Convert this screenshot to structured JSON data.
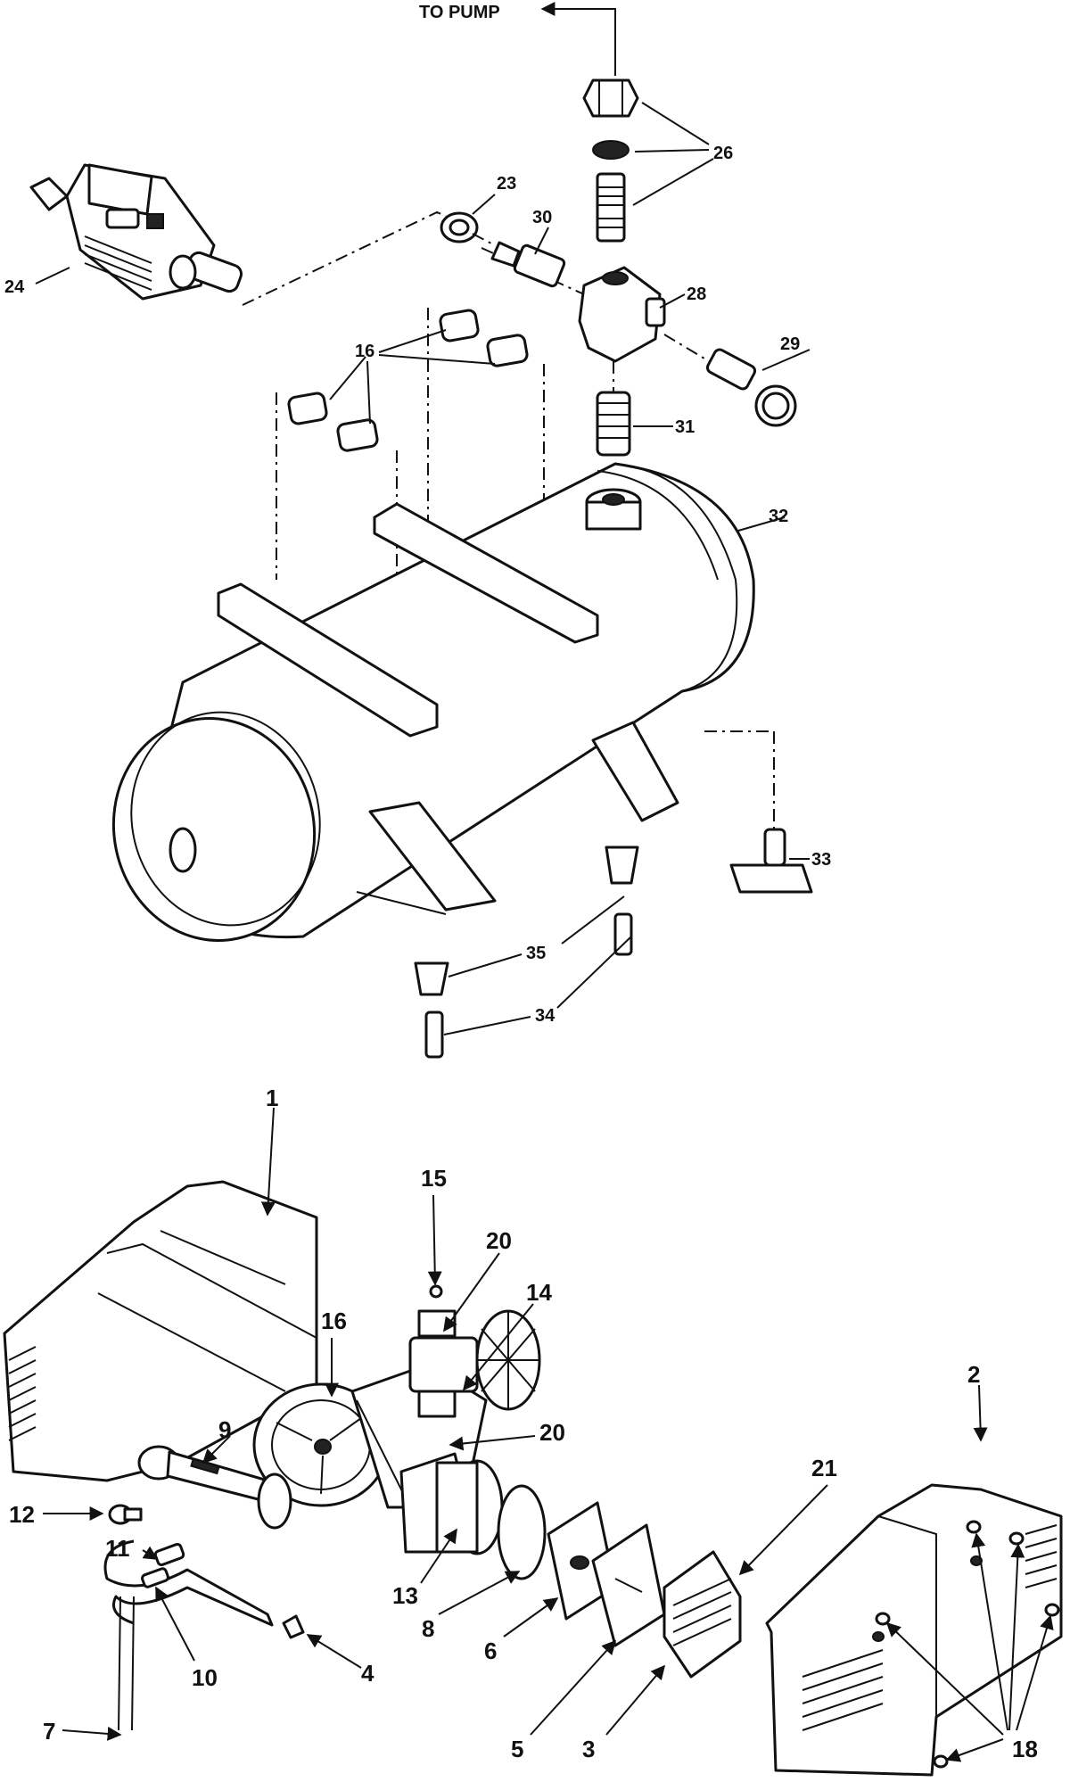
{
  "top_label": "TO PUMP",
  "callouts": {
    "c1": "1",
    "c2": "2",
    "c3": "3",
    "c4": "4",
    "c5": "5",
    "c6": "6",
    "c7": "7",
    "c8": "8",
    "c9": "9",
    "c10": "10",
    "c11": "11",
    "c12": "12",
    "c13": "13",
    "c14": "14",
    "c15": "15",
    "c16a": "16",
    "c16b": "16",
    "c18": "18",
    "c20a": "20",
    "c20b": "20",
    "c21": "21",
    "c23": "23",
    "c24": "24",
    "c26": "26",
    "c28": "28",
    "c29": "29",
    "c30": "30",
    "c31": "31",
    "c32": "32",
    "c33": "33",
    "c34": "34",
    "c35": "35"
  }
}
